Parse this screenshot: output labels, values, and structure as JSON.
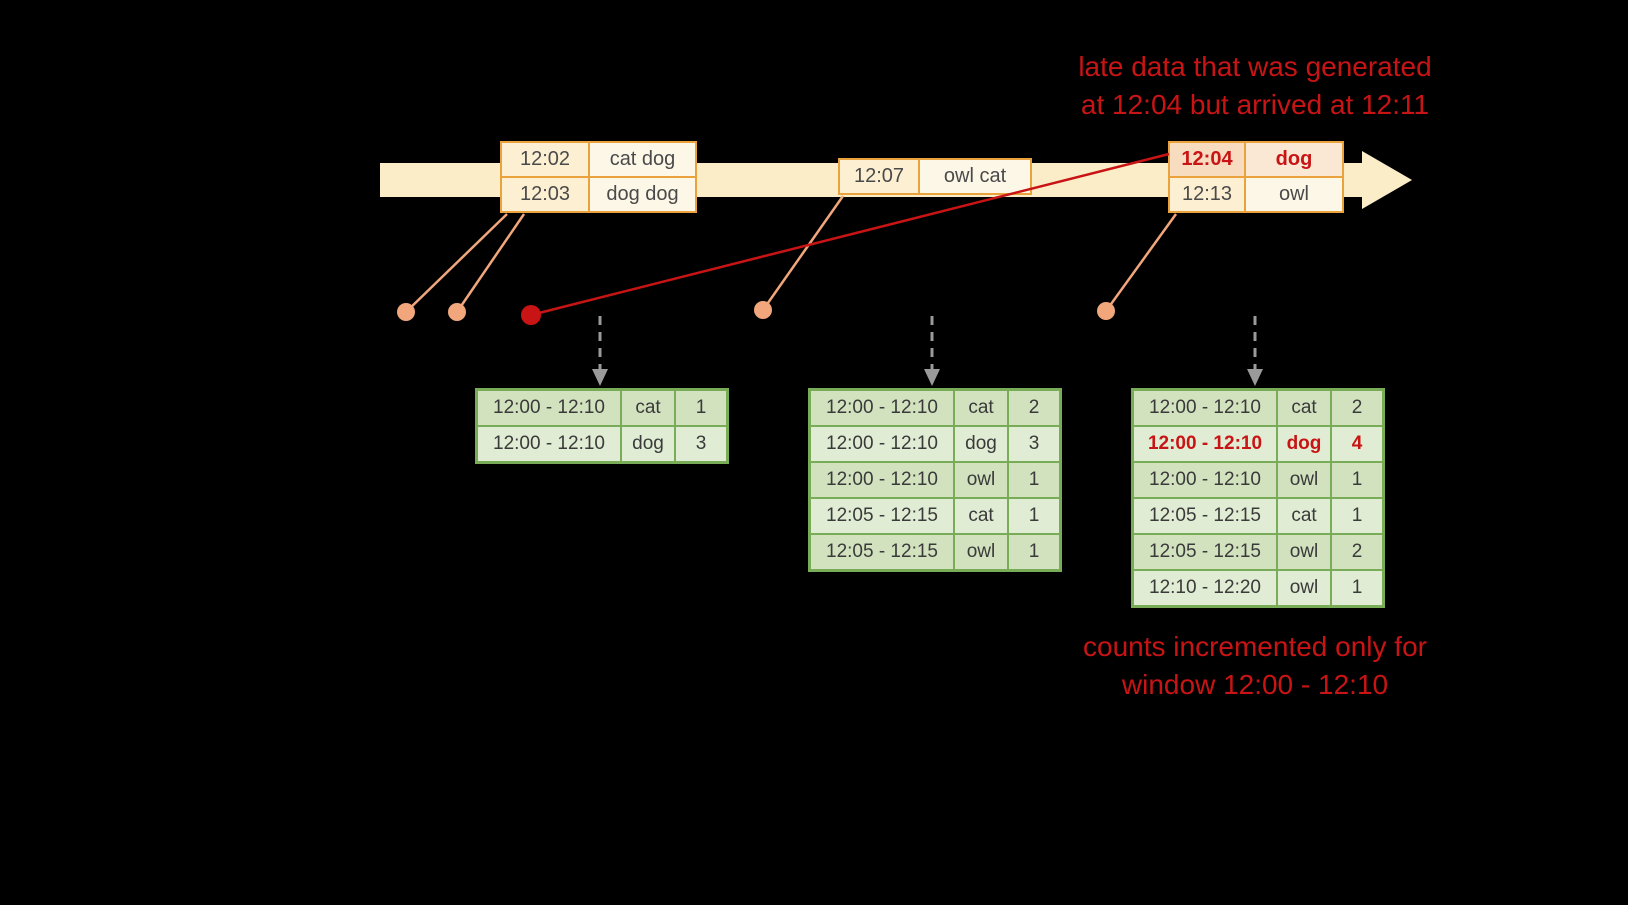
{
  "colors": {
    "bg": "#000000",
    "red": "#c81414",
    "timeline": "#fbedc8",
    "evt-border": "#e9a23c",
    "evt-time-fill": "#fcefd2",
    "evt-word-fill": "#fdf7e8",
    "late-time-fill": "#f8dcc0",
    "late-word-fill": "#fae8d4",
    "dot": "#f1a67c",
    "arrow": "#9a9a9a",
    "tbl-border": "#79ac56",
    "tbl-odd": "#d2e2bf",
    "tbl-even": "#e0ecd3",
    "tbl-text": "#3a3a3a"
  },
  "annotations": {
    "late_note": {
      "line1": "late data that was generated",
      "line2": "at 12:04 but arrived at 12:11"
    },
    "counts_note": {
      "line1": "counts incremented only for",
      "line2": "window 12:00 - 12:10"
    }
  },
  "events": {
    "groups": [
      {
        "rows": [
          {
            "time": "12:02",
            "words": "cat dog"
          },
          {
            "time": "12:03",
            "words": "dog dog"
          }
        ]
      },
      {
        "rows": [
          {
            "time": "12:07",
            "words": "owl cat"
          }
        ]
      },
      {
        "rows": [
          {
            "time": "12:04",
            "words": "dog",
            "late": true
          },
          {
            "time": "12:13",
            "words": "owl"
          }
        ]
      }
    ]
  },
  "result_tables": [
    {
      "rows": [
        {
          "window": "12:00 - 12:10",
          "word": "cat",
          "count": "1"
        },
        {
          "window": "12:00 - 12:10",
          "word": "dog",
          "count": "3"
        }
      ]
    },
    {
      "rows": [
        {
          "window": "12:00 - 12:10",
          "word": "cat",
          "count": "2"
        },
        {
          "window": "12:00 - 12:10",
          "word": "dog",
          "count": "3"
        },
        {
          "window": "12:00 - 12:10",
          "word": "owl",
          "count": "1"
        },
        {
          "window": "12:05 - 12:15",
          "word": "cat",
          "count": "1"
        },
        {
          "window": "12:05 - 12:15",
          "word": "owl",
          "count": "1"
        }
      ]
    },
    {
      "rows": [
        {
          "window": "12:00 - 12:10",
          "word": "cat",
          "count": "2"
        },
        {
          "window": "12:00 - 12:10",
          "word": "dog",
          "count": "4",
          "highlight": true
        },
        {
          "window": "12:00 - 12:10",
          "word": "owl",
          "count": "1"
        },
        {
          "window": "12:05 - 12:15",
          "word": "cat",
          "count": "1"
        },
        {
          "window": "12:05 - 12:15",
          "word": "owl",
          "count": "2"
        },
        {
          "window": "12:10 - 12:20",
          "word": "owl",
          "count": "1"
        }
      ]
    }
  ]
}
